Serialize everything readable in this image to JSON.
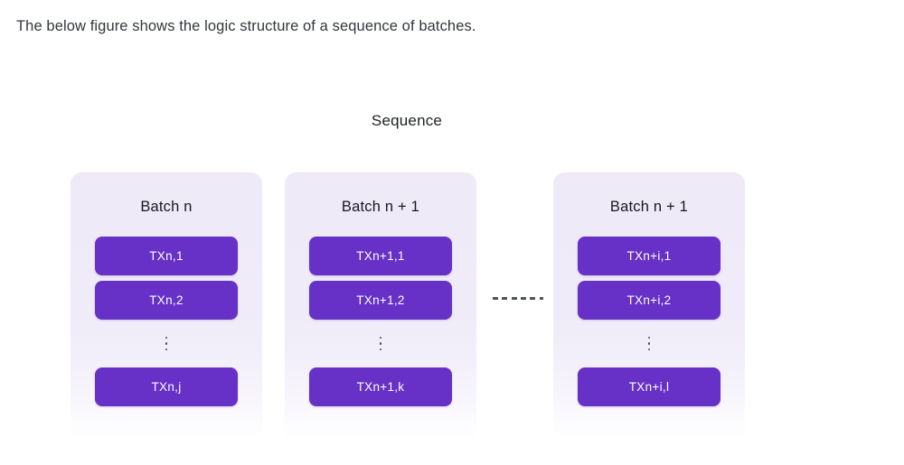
{
  "page": {
    "intro_text": "The below figure shows the logic structure of a sequence of batches.",
    "background_color": "#ffffff"
  },
  "figure": {
    "title": "Sequence",
    "colors": {
      "card_background": "#eeeaf8",
      "tx_box": "#6730c6",
      "tx_text": "#ffffff",
      "title_text": "#16191d",
      "connector": "#4e5158"
    },
    "connector": {
      "style": "dashed",
      "orientation": "horizontal",
      "dash_count": 6,
      "between": [
        "card-1",
        "card-2"
      ]
    },
    "batches": [
      {
        "title": "Batch n",
        "transactions_top": [
          "TXn,1",
          "TXn,2"
        ],
        "ellipsis": "vertical-dots",
        "transactions_bottom": [
          "TXn,j"
        ]
      },
      {
        "title": "Batch n + 1",
        "transactions_top": [
          "TXn+1,1",
          "TXn+1,2"
        ],
        "ellipsis": "vertical-dots",
        "transactions_bottom": [
          "TXn+1,k"
        ]
      },
      {
        "title": "Batch n + 1",
        "transactions_top": [
          "TXn+i,1",
          "TXn+i,2"
        ],
        "ellipsis": "vertical-dots",
        "transactions_bottom": [
          "TXn+i,l"
        ]
      }
    ]
  }
}
